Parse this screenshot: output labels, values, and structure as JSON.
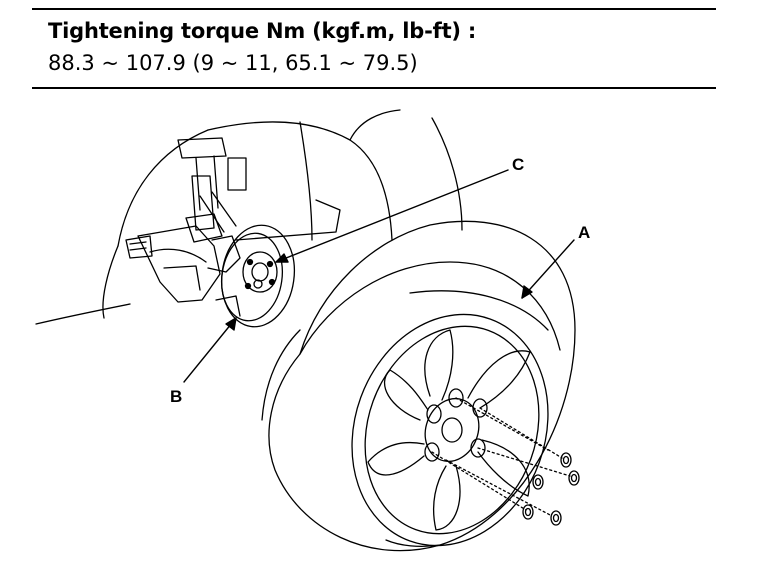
{
  "spec": {
    "title": "Tightening torque Nm (kgf.m, lb-ft) :",
    "value": "88.3 ~ 107.9 (9 ~ 11, 65.1 ~ 79.5)"
  },
  "callouts": {
    "a": "A",
    "b": "B",
    "c": "C"
  }
}
